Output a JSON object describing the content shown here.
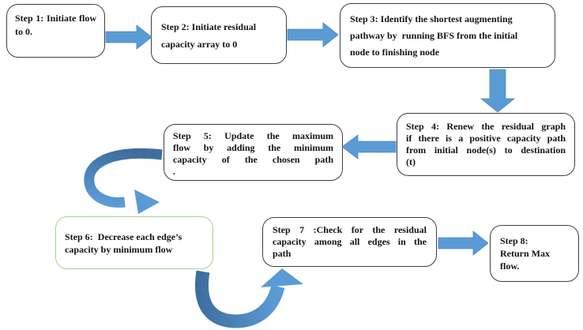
{
  "steps": [
    {
      "id": "1",
      "label": "Step 1: Initiate flow to 0."
    },
    {
      "id": "2",
      "label": "Step 2: Initiate residual\ncapacity array to 0"
    },
    {
      "id": "3",
      "label": "Step 3: Identify the shortest augmenting\npathway by  running BFS from the initial\nnode to finishing node"
    },
    {
      "id": "4",
      "label": "Step 4: Renew the residual graph\nif there is a positive capacity path\nfrom initial node(s) to destination\n(t)"
    },
    {
      "id": "5",
      "label": "Step 5: Update the maximum\nflow by adding the minimum\ncapacity of the chosen path\n."
    },
    {
      "id": "6",
      "label": "Step 6:  Decrease each edge’s capacity by minimum flow"
    },
    {
      "id": "7",
      "label": "Step 7 :Check for the residual\ncapacity among all edges in the\npath"
    },
    {
      "id": "8",
      "label": "Step 8:\nReturn Max\nflow."
    }
  ],
  "connections": [
    {
      "from": "step-1",
      "to": "step-2",
      "shape": "block-arrow-right"
    },
    {
      "from": "step-2",
      "to": "step-3",
      "shape": "block-arrow-right"
    },
    {
      "from": "step-3",
      "to": "step-4",
      "shape": "block-arrow-down"
    },
    {
      "from": "step-4",
      "to": "step-5",
      "shape": "block-arrow-left"
    },
    {
      "from": "step-5",
      "to": "step-6",
      "shape": "curved-arrow"
    },
    {
      "from": "step-6",
      "to": "step-7",
      "shape": "curved-arrow"
    },
    {
      "from": "step-7",
      "to": "step-8",
      "shape": "block-arrow-right"
    }
  ],
  "colors": {
    "arrow_blue": "#5B9BD5",
    "arrow_dark_blue": "#3D6E9E",
    "box_border": "#3F3F3F",
    "step6_border": "#A9D18E",
    "background": "#FFFFFF",
    "text": "#141414"
  }
}
